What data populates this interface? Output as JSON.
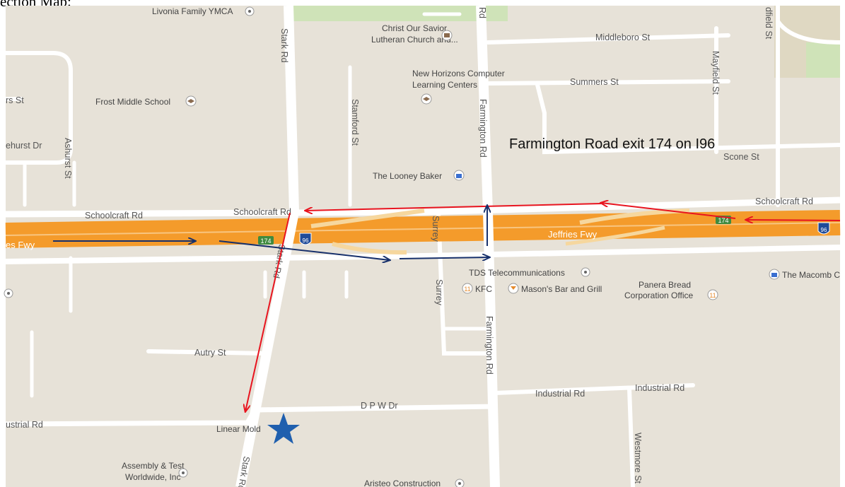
{
  "caption": "ection Map:",
  "title": "Farmington Road exit 174 on I96",
  "colors": {
    "land": "#e7e2d8",
    "road": "#ffffff",
    "freeway": "#f49b2b",
    "park": "#cfe3b8",
    "red_route": "#e8141f",
    "blue_route": "#17306b",
    "star": "#1f5fae"
  },
  "streets": {
    "stark_north": "Stark Rd",
    "stark_mid": "Stark Rd",
    "stark_south": "Stark Rd",
    "farmington_north": "Rd",
    "farmington_mid": "Farmington Rd",
    "farmington_south": "Farmington Rd",
    "middleboro": "Middleboro St",
    "summers": "Summers St",
    "mayfield": "Mayfield St",
    "dfield": "dfield St",
    "stamford": "Stamford St",
    "scone": "Scone St",
    "rs": "rs St",
    "ehurst": "ehurst Dr",
    "ashurst": "Ashurst St",
    "schoolcraft_west": "Schoolcraft Rd",
    "schoolcraft_mid": "Schoolcraft Rd",
    "schoolcraft_east": "Schoolcraft Rd",
    "surrey_north": "Surrey",
    "surrey_south": "Surrey",
    "jeffries": "Jeffries Fwy",
    "jeffries_west": "es Fwy",
    "autry": "Autry St",
    "dpw": "D P W Dr",
    "industrial_mid": "Industrial Rd",
    "industrial_east": "Industrial Rd",
    "industrial_west": "ustrial Rd",
    "westmore": "Westmore St"
  },
  "shields": {
    "exit_west": "174",
    "exit_east": "174",
    "i96_west": "96",
    "i96_east": "96"
  },
  "places": {
    "ymca": "Livonia Family YMCA",
    "church_1": "Christ Our Savior",
    "church_2": "Lutheran Church and...",
    "newhorizons_1": "New Horizons Computer",
    "newhorizons_2": "Learning Centers",
    "frost": "Frost Middle School",
    "looney": "The Looney Baker",
    "tds": "TDS Telecommunications",
    "kfc": "KFC",
    "masons": "Mason's Bar and Grill",
    "panera_1": "Panera Bread",
    "panera_2": "Corporation Office",
    "macomb": "The Macomb C",
    "linear": "Linear Mold",
    "assembly_1": "Assembly & Test",
    "assembly_2": "Worldwide, Inc",
    "aristeo": "Aristeo Construction"
  },
  "icons": [
    "school-icon",
    "church-icon",
    "bag-icon",
    "restaurant-icon",
    "bar-icon",
    "poi-dot-icon",
    "star-marker-icon",
    "route-arrow-icon"
  ]
}
